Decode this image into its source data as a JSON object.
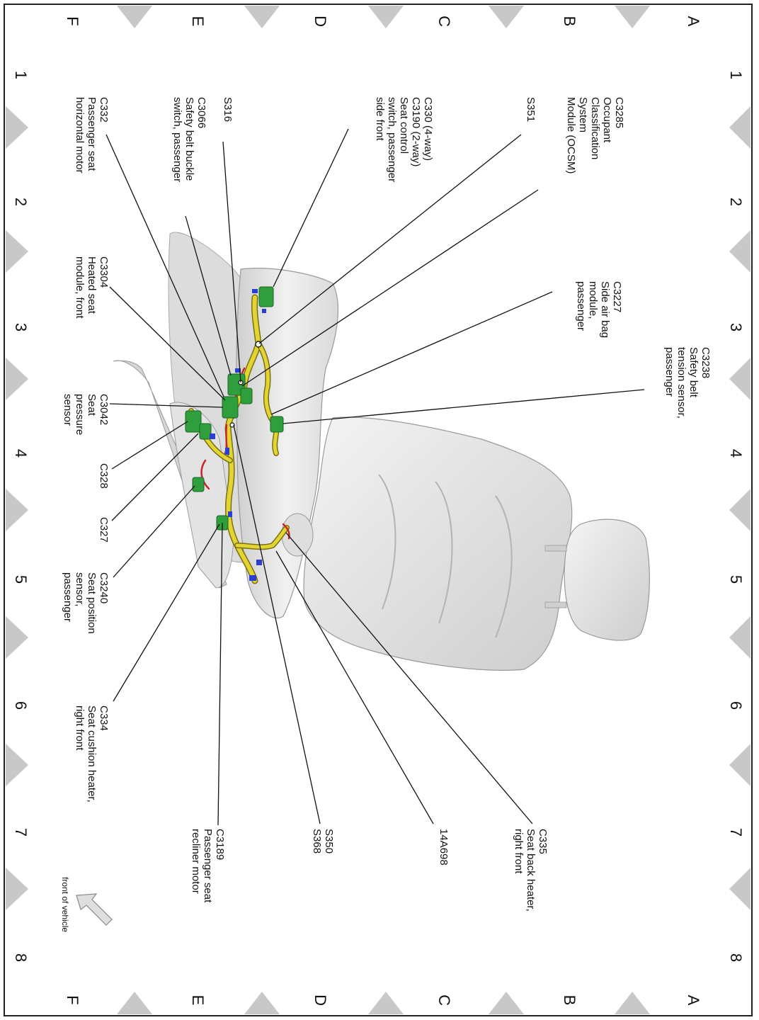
{
  "grid": {
    "rows": [
      "A",
      "B",
      "C",
      "D",
      "E",
      "F"
    ],
    "columns": [
      "1",
      "2",
      "3",
      "4",
      "5",
      "6",
      "7",
      "8"
    ]
  },
  "callouts": {
    "c3285": [
      "C3285",
      "Occupant",
      "Classification",
      "System",
      "Module (OCSM)"
    ],
    "s351": [
      "S351"
    ],
    "c330": [
      "C330   (4-way)",
      "C3190   (2-way)",
      "Seat control",
      "switch, passenger",
      "side front"
    ],
    "s316": [
      "S316"
    ],
    "c3066": [
      "C3066",
      "Safety belt buckle",
      "switch, passenger"
    ],
    "c332": [
      "C332",
      "Passenger seat",
      "horizontal motor"
    ],
    "c3227": [
      "C3227",
      "Side air bag",
      "module,",
      "passenger"
    ],
    "c3238": [
      "C3238",
      "Safety belt",
      "tension sensor,",
      "passenger"
    ],
    "c3304": [
      "C3304",
      "Heated seat",
      "module, front"
    ],
    "c3042": [
      "C3042",
      "Seat",
      "pressure",
      "sensor"
    ],
    "c328": [
      "C328"
    ],
    "c327": [
      "C327"
    ],
    "c3240": [
      "C3240",
      "Seat position",
      "sensor,",
      "passenger"
    ],
    "c334": [
      "C334",
      "Seat cushion heater,",
      "right front"
    ],
    "c3189": [
      "C3189",
      "Passenger seat",
      "recliner motor"
    ],
    "s350": [
      "S350",
      "S368"
    ],
    "w14a698": [
      "14A698"
    ],
    "c335": [
      "C335",
      "Seat back heater,",
      "right front"
    ]
  },
  "front_of_vehicle": "front of vehicle",
  "colors": {
    "harness": "#e1d433",
    "connector": "#2f9e3c",
    "terminal": "#2a3fd0",
    "wire_red": "#c8262a",
    "seat": "#e6e6e6",
    "grid_tab": "#c8c8c8"
  }
}
